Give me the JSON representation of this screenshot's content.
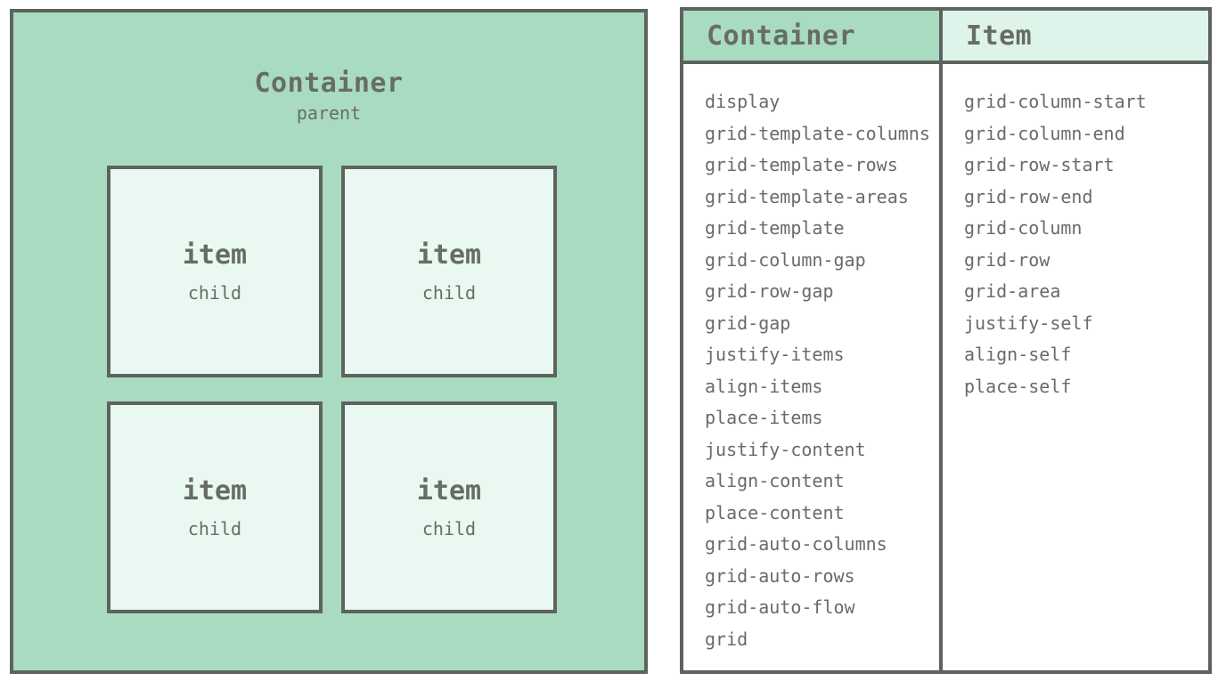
{
  "diagram": {
    "container": {
      "title": "Container",
      "subtitle": "parent"
    },
    "items": [
      {
        "title": "item",
        "subtitle": "child"
      },
      {
        "title": "item",
        "subtitle": "child"
      },
      {
        "title": "item",
        "subtitle": "child"
      },
      {
        "title": "item",
        "subtitle": "child"
      }
    ]
  },
  "table": {
    "columns": [
      {
        "header": "Container",
        "properties": [
          "display",
          "grid-template-columns",
          "grid-template-rows",
          "grid-template-areas",
          "grid-template",
          "grid-column-gap",
          "grid-row-gap",
          "grid-gap",
          "justify-items",
          "align-items",
          "place-items",
          "justify-content",
          "align-content",
          "place-content",
          "grid-auto-columns",
          "grid-auto-rows",
          "grid-auto-flow",
          "grid"
        ]
      },
      {
        "header": "Item",
        "properties": [
          "grid-column-start",
          "grid-column-end",
          "grid-row-start",
          "grid-row-end",
          "grid-column",
          "grid-row",
          "grid-area",
          "justify-self",
          "align-self",
          "place-self"
        ]
      }
    ]
  },
  "colors": {
    "container_green": "#a9dbc1",
    "item_mint": "#e9f8f0",
    "item_header_mint": "#def3e9",
    "border_gray": "#5d635e",
    "text_gray": "#676c67",
    "background": "#ffffff"
  }
}
